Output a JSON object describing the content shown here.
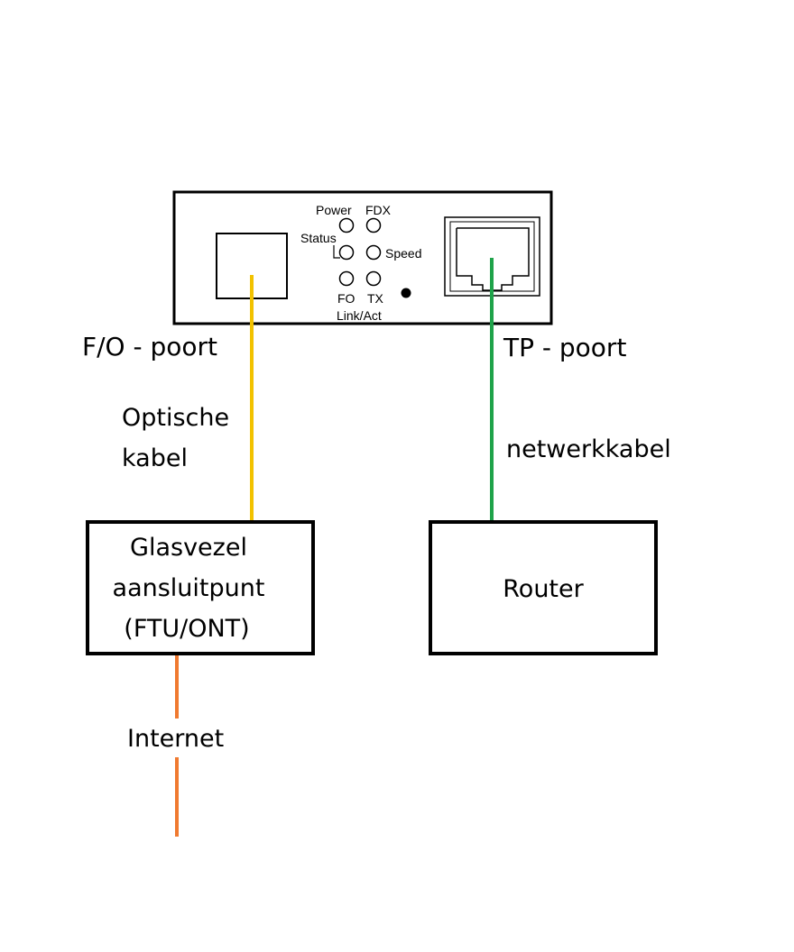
{
  "device": {
    "led_labels": {
      "power": "Power",
      "fdx": "FDX",
      "status": "Status",
      "speed": "Speed",
      "fo": "FO",
      "tx": "TX",
      "link_act": "Link/Act"
    }
  },
  "ports": {
    "fo": "F/O - poort",
    "tp": "TP  - poort"
  },
  "cables": {
    "optical_line1": "Optische",
    "optical_line2": "kabel",
    "network": "netwerkkabel",
    "internet": "Internet"
  },
  "boxes": {
    "ftu_line1": "Glasvezel",
    "ftu_line2": "aansluitpunt",
    "ftu_line3": "(FTU/ONT)",
    "router": "Router"
  },
  "colors": {
    "optical_cable": "#f2c200",
    "network_cable": "#1fa34a",
    "internet_cable": "#f07a30"
  }
}
